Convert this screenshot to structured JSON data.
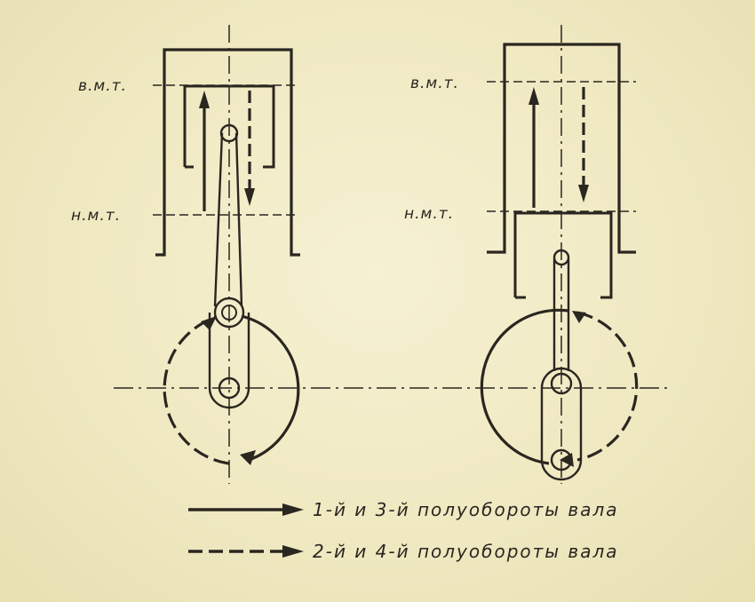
{
  "labels": {
    "tdc": "в.м.т.",
    "bdc": "н.м.т."
  },
  "legend": {
    "solid": "1-й и 3-й полуобороты вала",
    "dashed": "2-й и 4-й полуобороты вала"
  },
  "colors": {
    "ink": "#2a2620",
    "paper": "#f1ebc4"
  }
}
